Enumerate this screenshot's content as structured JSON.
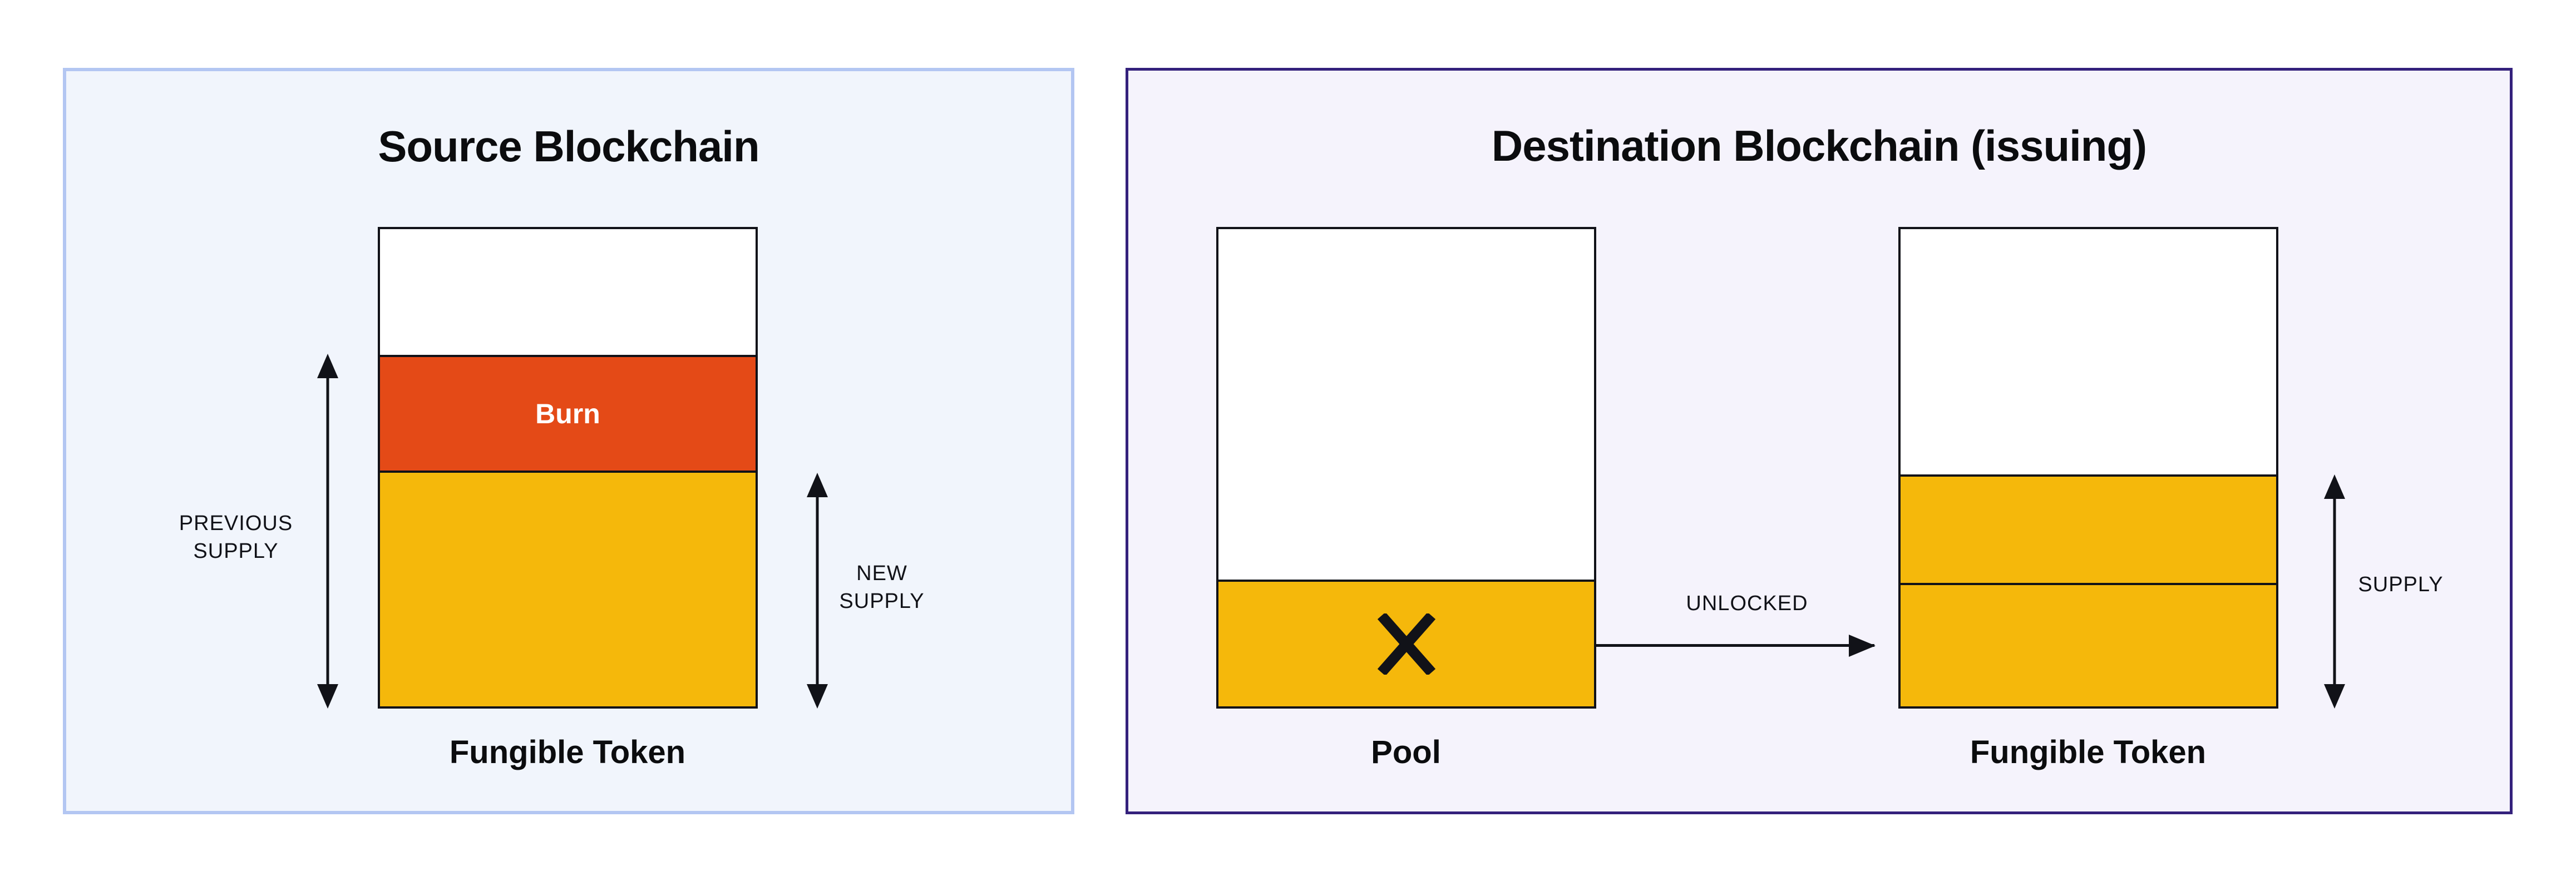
{
  "theme": {
    "page_bg": "#ffffff",
    "ink": "#111218",
    "burn_red": "#E44A17",
    "token_yellow": "#F5B80B",
    "source_panel_bg": "#F1F5FC",
    "source_panel_border": "#B3C6F2",
    "dest_panel_bg": "#F5F3FC",
    "dest_panel_border": "#34217C",
    "bar_bg": "#FFFFFF",
    "burn_text": "#FFFFFF",
    "title_ink": "#0B0C0E"
  },
  "source_panel": {
    "title": "Source Blockchain",
    "bar": {
      "caption": "Fungible Token",
      "burn_label": "Burn",
      "segments": [
        {
          "name": "headroom",
          "color": "#FFFFFF",
          "fraction": 0.26
        },
        {
          "name": "burned",
          "color": "#E44A17",
          "fraction": 0.25
        },
        {
          "name": "new-supply",
          "color": "#F5B80B",
          "fraction": 0.49
        }
      ]
    },
    "previous_supply_label": "PREVIOUS\nSUPPLY",
    "new_supply_label": "NEW\nSUPPLY"
  },
  "destination_panel": {
    "title": "Destination Blockchain (issuing)",
    "pool_bar": {
      "caption": "Pool",
      "crossed_out": true,
      "segments": [
        {
          "name": "headroom",
          "color": "#FFFFFF",
          "fraction": 0.74
        },
        {
          "name": "locked-tokens",
          "color": "#F5B80B",
          "fraction": 0.26
        }
      ]
    },
    "unlocked_label": "UNLOCKED",
    "token_bar": {
      "caption": "Fungible Token",
      "segments": [
        {
          "name": "headroom",
          "color": "#FFFFFF",
          "fraction": 0.51
        },
        {
          "name": "minted-upper",
          "color": "#F5B80B",
          "fraction": 0.23
        },
        {
          "name": "minted-lower-unlocked",
          "color": "#F5B80B",
          "fraction": 0.26
        }
      ]
    },
    "supply_label": "SUPPLY"
  }
}
